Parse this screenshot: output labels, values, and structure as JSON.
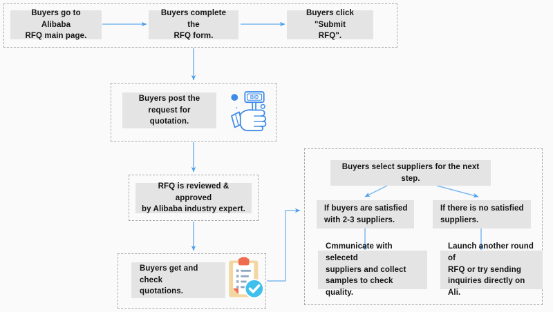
{
  "diagram": {
    "title": "Alibaba RFQ process flowchart",
    "background_color": "#fafafa",
    "node_fill": "#e4e4e4",
    "group_border_color": "#a8a8a8",
    "connector_color": "#5aa9f0",
    "text_color": "#141414"
  },
  "groups": [
    {
      "name": "top-row-group"
    },
    {
      "name": "post-request-group"
    },
    {
      "name": "review-group"
    },
    {
      "name": "quotations-group"
    },
    {
      "name": "supplier-selection-group"
    }
  ],
  "nodes": {
    "step1": "Buyers go to Alibaba\nRFQ main page.",
    "step2": "Buyers complete the\nRFQ form.",
    "step3": "Buyers click \"Submit\nRFQ\".",
    "step4": "Buyers post  the\nrequest for quotation.",
    "step5": "RFQ is reviewed & approved\nby Alibaba industry expert.",
    "step6": "Buyers get and check\nquotations.",
    "step7": "Buyers select suppliers for the next step.",
    "branch_left": "If buyers are satisfied\nwith 2-3 suppliers.",
    "branch_right": "If there is no satisfied\nsuppliers.",
    "outcome_left": "Cmmunicate with selecetd\nsuppliers and collect\nsamples to check quality.",
    "outcome_right": "Launch another round of\nRFQ or try sending\ninquiries directly on Ali."
  },
  "icons": {
    "bid_paddle_label": "BID",
    "bid_paddle_color": "#3d8ae8",
    "clipboard_board_color": "#f3d7a3",
    "clipboard_clip_color": "#ef6b50",
    "clipboard_check_color": "#3fc0ec"
  }
}
